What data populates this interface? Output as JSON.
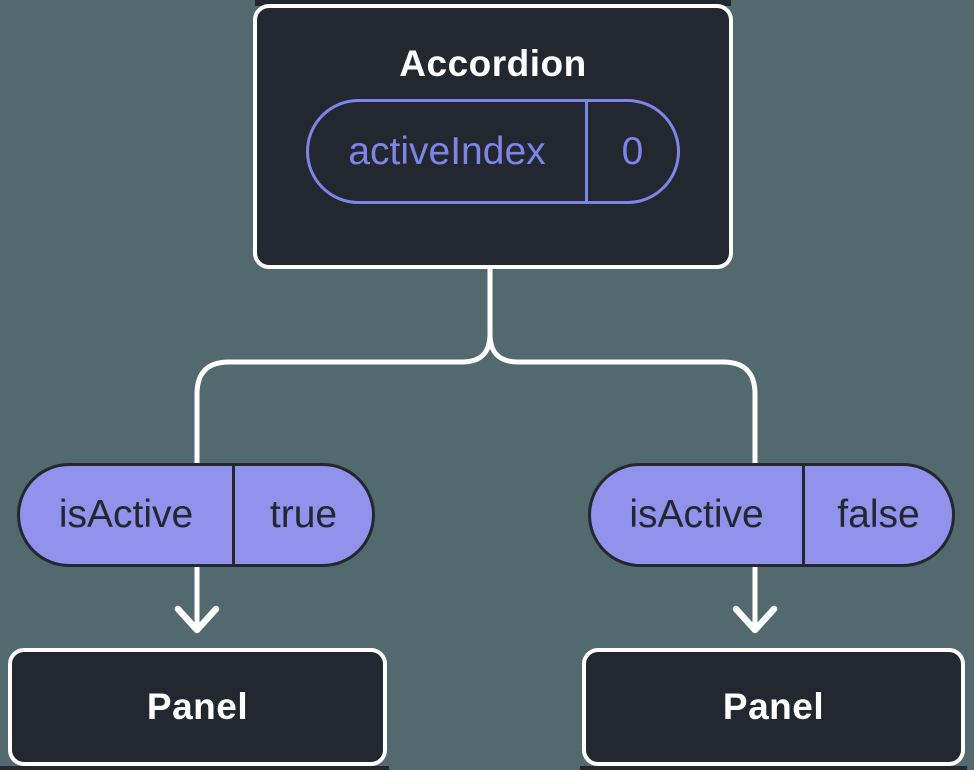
{
  "colors": {
    "background": "#52696E",
    "node_fill": "#23272F",
    "node_border": "#FFFFFF",
    "accent_purple": "#7D85E7",
    "pill_fill": "#9092EB",
    "pill_text": "#23272F",
    "connector": "#FFFFFF"
  },
  "tree": {
    "root": {
      "title": "Accordion",
      "state_pill": {
        "label": "activeIndex",
        "value": "0"
      }
    },
    "children": [
      {
        "prop_pill": {
          "label": "isActive",
          "value": "true"
        },
        "node_title": "Panel"
      },
      {
        "prop_pill": {
          "label": "isActive",
          "value": "false"
        },
        "node_title": "Panel"
      }
    ]
  }
}
